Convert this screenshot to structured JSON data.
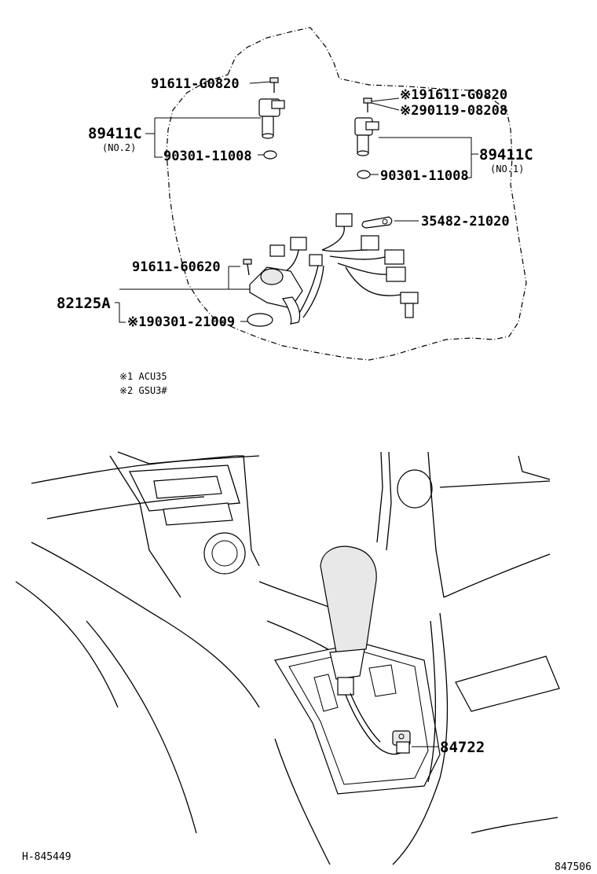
{
  "diagram": {
    "labels": {
      "bolt_left": "91611-G0820",
      "sensor_no2": "89411C",
      "sensor_no2_sub": "(NO.2)",
      "oring_left": "90301-11008",
      "bolt_right_1": "※191611-G0820",
      "bolt_right_2": "※290119-08208",
      "sensor_no1": "89411C",
      "sensor_no1_sub": "(NO.1)",
      "oring_right": "90301-11008",
      "clamp": "35482-21020",
      "bolt_switch": "91611-60620",
      "switch": "82125A",
      "oring_switch": "※190301-21009",
      "shift_part": "84722"
    },
    "notes": {
      "note1": "※1 ACU35",
      "note2": "※2 GSU3#"
    },
    "footer": {
      "left_code": "H-845449",
      "right_code": "847506"
    }
  }
}
